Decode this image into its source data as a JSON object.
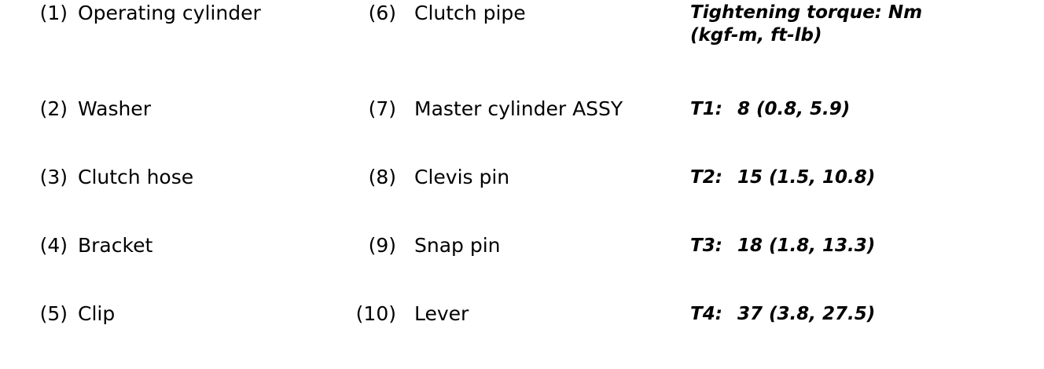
{
  "document": {
    "type": "parts-legend-with-torque-table",
    "background_color": "#ffffff",
    "text_color": "#000000"
  },
  "parts_column_1": [
    {
      "number": "(1)",
      "label": "Operating cylinder"
    },
    {
      "number": "(2)",
      "label": "Washer"
    },
    {
      "number": "(3)",
      "label": "Clutch hose"
    },
    {
      "number": "(4)",
      "label": "Bracket"
    },
    {
      "number": "(5)",
      "label": "Clip"
    }
  ],
  "parts_column_2": [
    {
      "number": "(6)",
      "label": "Clutch pipe"
    },
    {
      "number": "(7)",
      "label": "Master cylinder ASSY"
    },
    {
      "number": "(8)",
      "label": "Clevis pin"
    },
    {
      "number": "(9)",
      "label": "Snap pin"
    },
    {
      "number": "(10)",
      "label": "Lever"
    }
  ],
  "torque": {
    "header": "Tightening torque: Nm\n(kgf-m, ft-lb)",
    "header_line1": "Tightening torque: Nm",
    "header_line2": "(kgf-m, ft-lb)",
    "units": {
      "primary": "Nm",
      "secondary": "kgf-m",
      "tertiary": "ft-lb"
    },
    "entries": [
      {
        "key": "T1:",
        "value": "8 (0.8, 5.9)",
        "nm": 8,
        "kgfm": 0.8,
        "ftlb": 5.9
      },
      {
        "key": "T2:",
        "value": "15 (1.5, 10.8)",
        "nm": 15,
        "kgfm": 1.5,
        "ftlb": 10.8
      },
      {
        "key": "T3:",
        "value": "18 (1.8, 13.3)",
        "nm": 18,
        "kgfm": 1.8,
        "ftlb": 13.3
      },
      {
        "key": "T4:",
        "value": "37 (3.8, 27.5)",
        "nm": 37,
        "kgfm": 3.8,
        "ftlb": 27.5
      }
    ]
  }
}
